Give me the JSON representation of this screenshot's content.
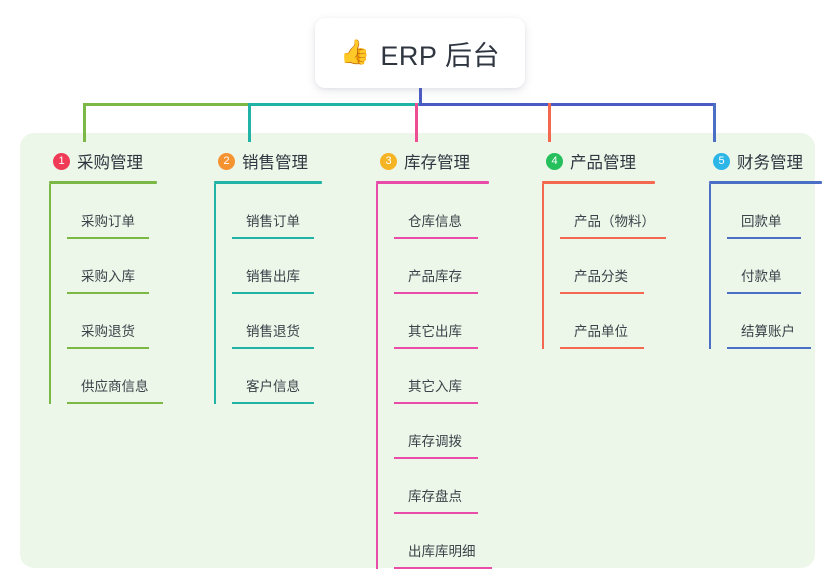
{
  "root": {
    "icon": "thumbs-up-icon",
    "icon_glyph": "👍",
    "label": "ERP 后台"
  },
  "panel": {
    "background": "#edf7e9"
  },
  "connectors": {
    "stem_color": "#4a5bc4",
    "bus_segments": [
      {
        "color": "#7cb845",
        "from": "col1",
        "to": "col2"
      },
      {
        "color": "#21b3a6",
        "from": "col2",
        "to": "stem"
      },
      {
        "color": "#4a5bc4",
        "from": "stem",
        "to": "col5"
      }
    ]
  },
  "columns": [
    {
      "index": "1",
      "badge_color": "#ef3b56",
      "line_color": "#7cb845",
      "label": "采购管理",
      "rule_width": 108,
      "drop_color": "#7cb845",
      "items": [
        {
          "label": "采购订单",
          "rule_width": 82
        },
        {
          "label": "采购入库",
          "rule_width": 82
        },
        {
          "label": "采购退货",
          "rule_width": 82
        },
        {
          "label": "供应商信息",
          "rule_width": 96
        }
      ]
    },
    {
      "index": "2",
      "badge_color": "#f59331",
      "line_color": "#21b3a6",
      "label": "销售管理",
      "rule_width": 108,
      "drop_color": "#21b3a6",
      "items": [
        {
          "label": "销售订单",
          "rule_width": 82
        },
        {
          "label": "销售出库",
          "rule_width": 82
        },
        {
          "label": "销售退货",
          "rule_width": 82
        },
        {
          "label": "客户信息",
          "rule_width": 82
        }
      ]
    },
    {
      "index": "3",
      "badge_color": "#f5b423",
      "line_color": "#e84ca8",
      "label": "库存管理",
      "rule_width": 113,
      "drop_color": "#ec4d93",
      "items": [
        {
          "label": "仓库信息",
          "rule_width": 84
        },
        {
          "label": "产品库存",
          "rule_width": 84
        },
        {
          "label": "其它出库",
          "rule_width": 84
        },
        {
          "label": "其它入库",
          "rule_width": 84
        },
        {
          "label": "库存调拨",
          "rule_width": 84
        },
        {
          "label": "库存盘点",
          "rule_width": 84
        },
        {
          "label": "出库库明细",
          "rule_width": 98
        }
      ]
    },
    {
      "index": "4",
      "badge_color": "#25c05c",
      "line_color": "#f4684f",
      "label": "产品管理",
      "rule_width": 113,
      "drop_color": "#f4684f",
      "items": [
        {
          "label": "产品（物料）",
          "rule_width": 106
        },
        {
          "label": "产品分类",
          "rule_width": 84
        },
        {
          "label": "产品单位",
          "rule_width": 84
        }
      ]
    },
    {
      "index": "5",
      "badge_color": "#2cb6e8",
      "line_color": "#4a6fc4",
      "label": "财务管理",
      "rule_width": 113,
      "drop_color": "#4a6fc4",
      "items": [
        {
          "label": "回款单",
          "rule_width": 74
        },
        {
          "label": "付款单",
          "rule_width": 74
        },
        {
          "label": "结算账户",
          "rule_width": 84
        }
      ]
    }
  ]
}
